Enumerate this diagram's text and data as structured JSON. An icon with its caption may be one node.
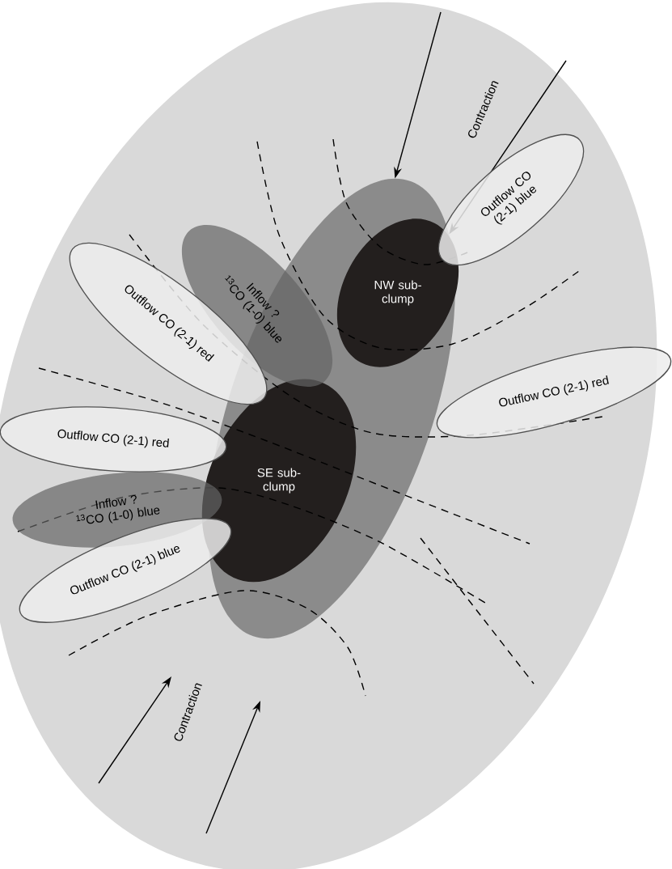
{
  "diagram": {
    "nodes": [
      {
        "text": [],
        "shape": "ellipse"
      },
      {
        "text": [],
        "shape": "ellipse",
        "in": 0
      },
      {
        "text": [
          "NW sub- clump"
        ],
        "in": 1
      },
      {
        "text": [
          "SE sub- clump"
        ],
        "in": 1
      },
      {
        "text": [
          "Outflow CO (2-1) blue"
        ],
        "in": 0
      },
      {
        "text": [
          "Inflow ?",
          "$^{13}$CO (1-0) blue"
        ],
        "in": 0
      },
      {
        "text": [
          "Outflow CO (2-1) red"
        ],
        "in": 0
      },
      {
        "text": [
          "Outflow CO (2-1) red"
        ],
        "in": 0
      },
      {
        "text": [
          "Outflow CO (2-1) red"
        ],
        "in": 0
      },
      {
        "text": [
          "Inflow ?",
          "$^{13}$CO (1-0) blue"
        ],
        "in": 0
      },
      {
        "text": [
          "Outflow CO (2-1) blue"
        ],
        "in": 0
      }
    ],
    "edges": [
      {
        "from": null,
        "to": 1,
        "arrow": "to"
      },
      {
        "from": null,
        "to": 1,
        "arrow": "to"
      }
    ],
    "labels": [
      "Contraction",
      "Contraction"
    ]
  }
}
